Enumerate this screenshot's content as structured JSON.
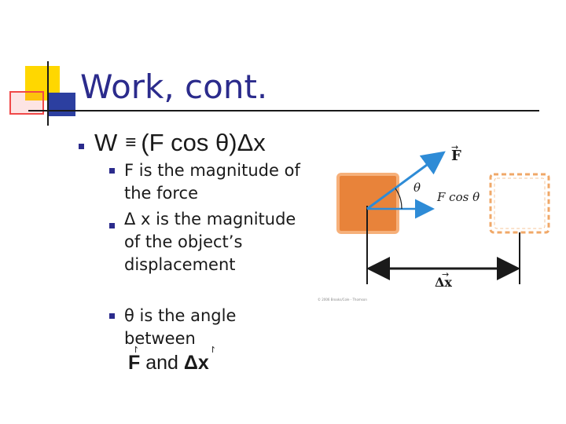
{
  "slide": {
    "title": "Work, cont.",
    "formula": {
      "lhs": "W",
      "eq": "≡",
      "rhs": "(F cos θ)Δx"
    },
    "bullets": [
      "F is the magnitude of the force",
      "Δ x is the magnitude of the object’s displacement",
      "θ is the angle between"
    ],
    "between": {
      "f": "F",
      "and": "and",
      "dx": "Δx"
    }
  },
  "figure": {
    "force_label": "F",
    "theta_label": "θ",
    "fcos_label": "F cos θ",
    "dx_label": "Δx",
    "copyright": "© 2006 Brooks/Cole - Thomson"
  },
  "colors": {
    "title": "#2b2b8c",
    "bullet": "#2b2b8c",
    "block_fill": "#e8833a",
    "block_dashed": "#f0a868",
    "arrow_blue": "#2e8bd6",
    "deco_yellow": "#ffd700",
    "deco_blue": "#2c3fa0",
    "deco_red": "#f04848"
  }
}
